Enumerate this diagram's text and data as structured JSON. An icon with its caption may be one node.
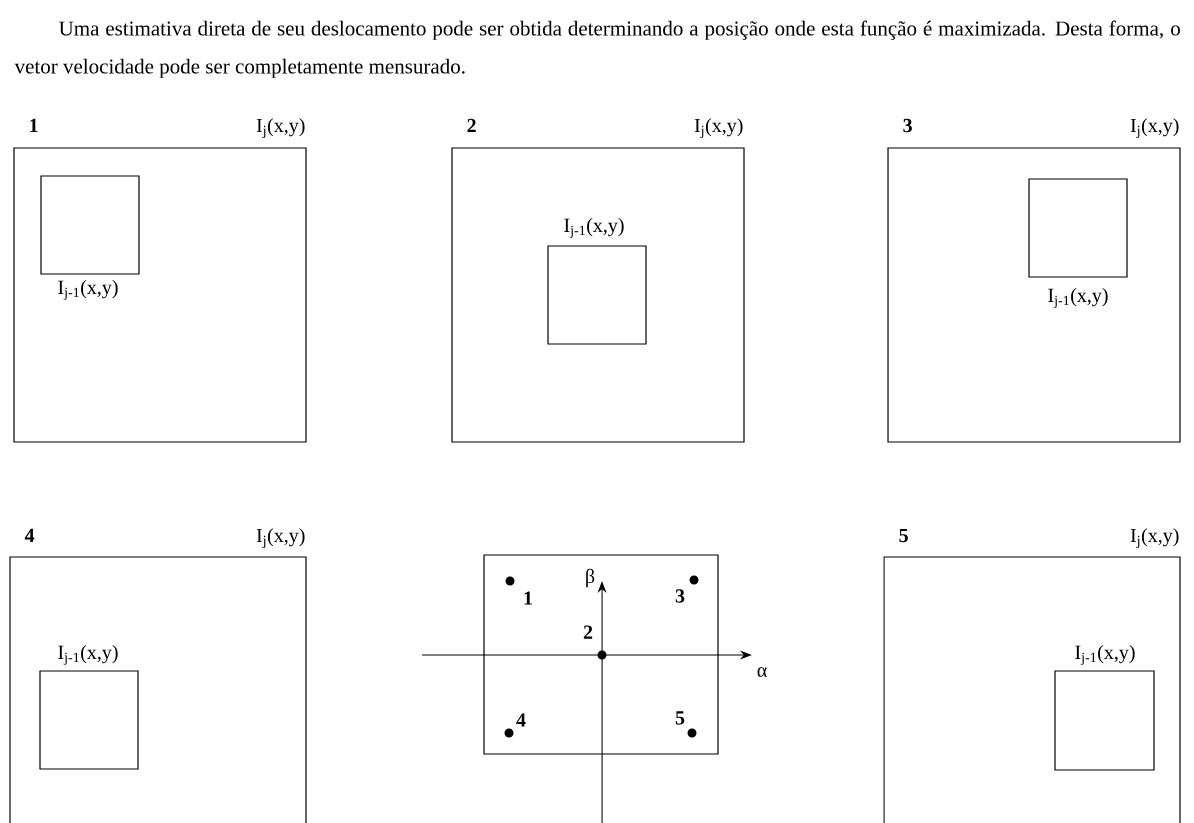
{
  "diagram": {
    "nodes": [
      {
        "text": [
          "1",
          "I$_{j}$(x,y)"
        ]
      },
      {
        "text": [
          "I$_{j-1}$(x,y)"
        ],
        "in": 0
      },
      {
        "text": [
          "2",
          "I$_{j}$(x,y)"
        ]
      },
      {
        "text": [
          "I$_{j-1}$(x,y)"
        ],
        "in": 2
      },
      {
        "text": [
          "3",
          "I$_{j}$(x,y)"
        ]
      },
      {
        "text": [
          "I$_{j-1}$(x,y)"
        ],
        "in": 4
      },
      {
        "text": [
          "4",
          "I$_{j}$(x,y)"
        ]
      },
      {
        "text": [
          "I$_{j-1}$(x,y)"
        ],
        "in": 6
      },
      {
        "text": [
          "5",
          "I$_{j}$(x,y)"
        ]
      },
      {
        "text": [
          "I$_{j-1}$(x,y)"
        ],
        "in": 8
      }
    ],
    "edges": [],
    "labels": [
      "Uma estimativa direta de seu deslocamento pode ser obtida determinando a posição onde esta função é maximizada. Desta forma, o vetor velocidade pode ser completamente mensurado.",
      "β",
      "1",
      "3",
      "2",
      "α",
      "4",
      "5"
    ]
  }
}
